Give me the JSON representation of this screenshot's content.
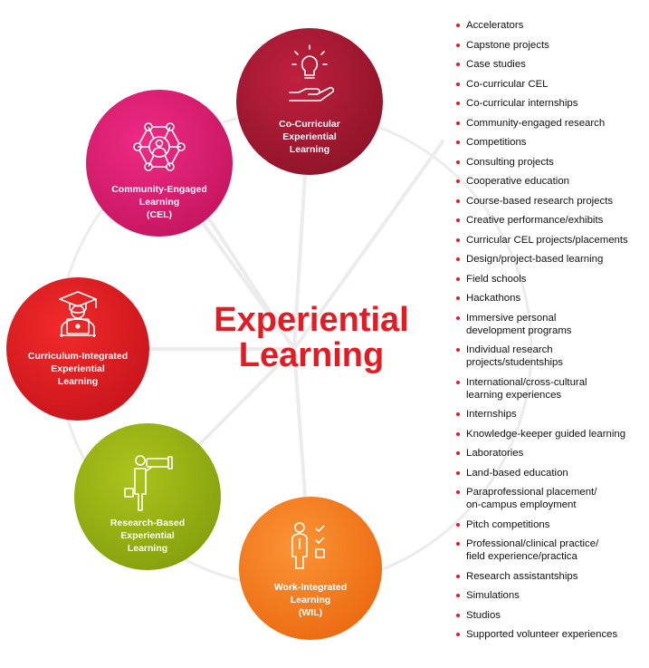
{
  "center": {
    "line1": "Experiential",
    "line2": "Learning"
  },
  "colors": {
    "accent": "#e31b23",
    "spoke": "#e6e6e6"
  },
  "circles": [
    {
      "lines": [
        "Co-Curricular",
        "Experiential",
        "Learning"
      ],
      "icon": "lightbulb-hand-icon",
      "color": "#a3182f"
    },
    {
      "lines": [
        "Community-Engaged",
        "Learning",
        "(CEL)"
      ],
      "icon": "community-network-icon",
      "color": "#d91a6b"
    },
    {
      "lines": [
        "Curriculum-Integrated",
        "Experiential",
        "Learning"
      ],
      "icon": "graduate-laptop-icon",
      "color": "#e01b22"
    },
    {
      "lines": [
        "Research-Based",
        "Experiential",
        "Learning"
      ],
      "icon": "person-telescope-icon",
      "color": "#97b013"
    },
    {
      "lines": [
        "Work-Integrated",
        "Learning",
        "(WIL)"
      ],
      "icon": "worker-checklist-icon",
      "color": "#f47b20"
    }
  ],
  "activities": [
    "Accelerators",
    "Capstone projects",
    "Case studies",
    "Co-curricular CEL",
    "Co-curricular internships",
    "Community-engaged research",
    "Competitions",
    "Consulting projects",
    "Cooperative education",
    "Course-based research projects",
    "Creative performance/exhibits",
    "Curricular CEL projects/placements",
    "Design/project-based learning",
    "Field schools",
    "Hackathons",
    "Immersive personal\ndevelopment programs",
    "Individual research\nprojects/studentships",
    "International/cross-cultural\nlearning experiences",
    "Internships",
    "Knowledge-keeper guided learning",
    "Laboratories",
    "Land-based education",
    "Paraprofessional placement/\non-campus employment",
    "Pitch competitions",
    "Professional/clinical practice/\nfield experience/practica",
    "Research assistantships",
    "Simulations",
    "Studios",
    "Supported volunteer experiences"
  ]
}
